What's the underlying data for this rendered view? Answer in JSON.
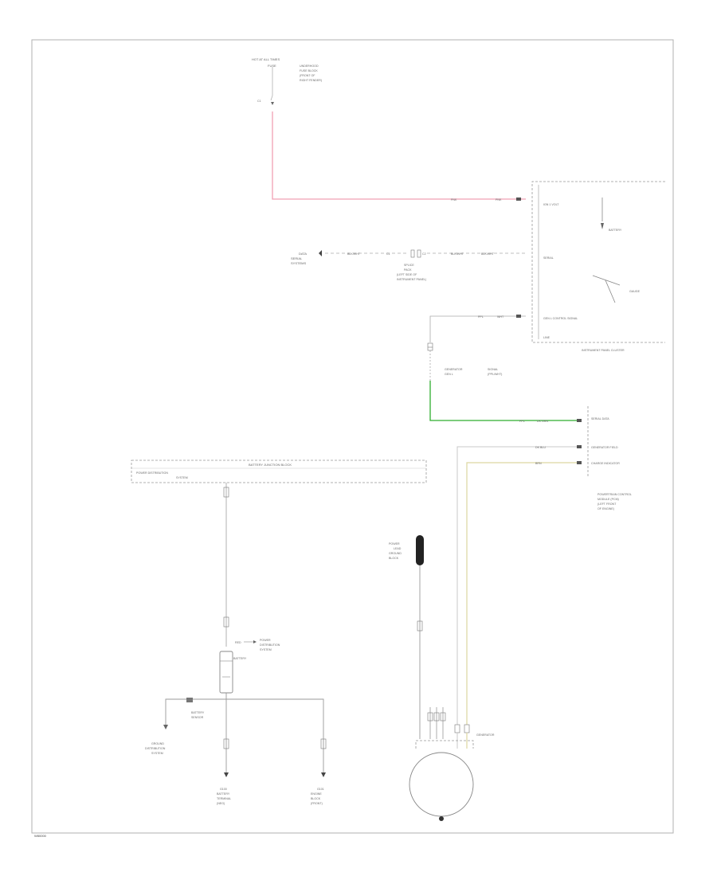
{
  "diagram": {
    "title": "",
    "footer_code": "W80000",
    "colors": {
      "frame": "#b0b0b0",
      "wire_default": "#9a9a9a",
      "wire_pink": "#f0a0b4",
      "wire_green": "#2fae2f",
      "wire_tan": "#ddd7a0",
      "component_outline": "#888888",
      "ground_fill": "#222222"
    },
    "labels": {
      "fuse_block_header": "HOT AT ALL TIMES",
      "fuse_block_fuse": "FUSE",
      "fuse_block_fuse_sub1": "UNDERHOOD",
      "fuse_block_fuse_sub2": "FUSE BLOCK",
      "fuse_block_fuse_sub3": "(FRONT OF",
      "fuse_block_fuse_sub4": "RIGHT FENDER)",
      "fuse_circuit": "C1",
      "pink_wire_code": "PNK",
      "pink_wire_code_2": "PNK",
      "ipc_label": "INSTRUMENT PANEL CLUSTER",
      "ipc_pin_ign": "IGN 1 VOLT",
      "ipc_pin_serial": "SERIAL",
      "ipc_pin_gen": "GEN L CONTROL SIGNAL",
      "ipc_pin_line": "LINE",
      "ipc_battery": "BATTERY",
      "ipc_gauge": "GAUGE",
      "serial_from_label_1": "DATA",
      "serial_from_label_2": "SERIAL",
      "serial_from_label_3": "SYSTEMS",
      "serial_wire_1": "BLK/WHT",
      "serial_wire_2": "BLK/WHT",
      "serial_wire_3": "BLK/WHT",
      "connector_c1": "C1",
      "connector_c2": "C2",
      "splice_label_1": "SPLICE",
      "splice_label_2": "PACK",
      "splice_label_3": "(LEFT SIDE OF",
      "splice_label_4": "INSTRUMENT PANEL)",
      "gen_signal_wire_1": "PPL",
      "gen_signal_wire_2": "WHT",
      "gen_lead_label_1": "GENERATOR",
      "gen_lead_label_2": "GEN L",
      "gen_lead_label_3": "SIGNAL",
      "gen_lead_label_4": "(PPL/WHT)",
      "green_wire_1": "PPL",
      "green_wire_2": "DK GRN",
      "pcm_pin_1": "SERIAL DATA",
      "pcm_pin_2": "GENERATOR FIELD",
      "pcm_pin_3": "CHARGE INDICATOR",
      "pcm_label_1": "POWERTRAIN CONTROL",
      "pcm_label_2": "MODULE (PCM)",
      "pcm_label_3": "(LEFT FRONT",
      "pcm_label_4": "OF ENGINE)",
      "pcm_wire_1": "DK BLU",
      "pcm_wire_2": "BRN",
      "bfb_header": "BATTERY JUNCTION BLOCK",
      "bfb_sub_1": "POWER DISTRIBUTION",
      "bfb_sub_2": "SYSTEM",
      "ground_label_1": "POWER",
      "ground_label_2": "LEAD",
      "ground_label_3": "GROUND",
      "ground_label_4": "BLOCK",
      "battery_wire": "RED",
      "battery_label": "BATTERY",
      "battery_to_1": "POWER",
      "battery_to_2": "DISTRIBUTION",
      "battery_to_3": "SYSTEM",
      "battery_neg": "BATTERY",
      "battery_neg_2": "SENSOR",
      "left_dest_1": "GROUND",
      "left_dest_2": "DISTRIBUTION",
      "left_dest_3": "SYSTEM",
      "mid_dest_1": "G100",
      "mid_dest_2": "BATTERY",
      "mid_dest_3": "TERMINAL",
      "mid_dest_4": "(NEG)",
      "right_dest_1": "G101",
      "right_dest_2": "ENGINE",
      "right_dest_3": "BLOCK",
      "right_dest_4": "(FRONT)",
      "generator_label": "GENERATOR"
    }
  }
}
